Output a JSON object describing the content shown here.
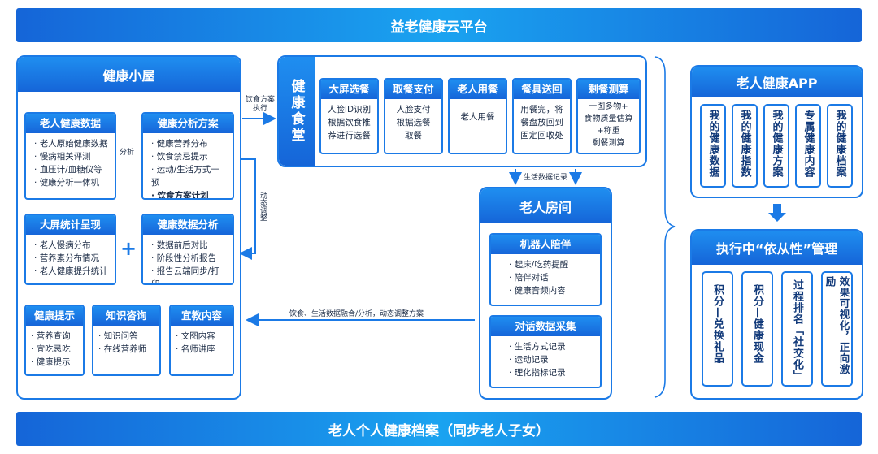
{
  "top_bar": "益老健康云平台",
  "bottom_bar": "老人个人健康档案（同步老人子女）",
  "health_hut": {
    "title": "健康小屋",
    "elder_data": {
      "title": "老人健康数据",
      "items": [
        "老人原始健康数据",
        "慢病相关评测",
        "血压计/血糖仪等",
        "健康分析一体机"
      ]
    },
    "analysis_plan": {
      "title": "健康分析方案",
      "items": [
        "健康营养分布",
        "饮食禁忌提示",
        "运动/生活方式干预",
        "饮食方案计划"
      ]
    },
    "big_screen": {
      "title": "大屏统计呈现",
      "items": [
        "老人慢病分布",
        "营养素分布情况",
        "老人健康提升统计"
      ]
    },
    "data_analysis": {
      "title": "健康数据分析",
      "items": [
        "数据前后对比",
        "阶段性分析报告",
        "报告云端同步/打印"
      ]
    },
    "tips": {
      "title": "健康提示",
      "items": [
        "营养查询",
        "宜吃忌吃",
        "健康提示"
      ]
    },
    "knowledge": {
      "title": "知识咨询",
      "items": [
        "知识问答",
        "在线营养师"
      ]
    },
    "content": {
      "title": "宜教内容",
      "items": [
        "文图内容",
        "名师讲座"
      ]
    },
    "label_analysis": "分析",
    "label_dynamic": "动态调整",
    "plus": "+"
  },
  "canteen": {
    "title": "健康食堂",
    "label_plan": "饮食方案执行",
    "cards": [
      {
        "title": "大屏选餐",
        "text": [
          "人脸ID识别",
          "根据饮食推",
          "荐进行选餐"
        ]
      },
      {
        "title": "取餐支付",
        "text": [
          "人脸支付",
          "根据选餐",
          "取餐"
        ]
      },
      {
        "title": "老人用餐",
        "text": [
          "老人用餐"
        ]
      },
      {
        "title": "餐具送回",
        "text": [
          "用餐完，将",
          "餐盘放回到",
          "固定回收处"
        ]
      },
      {
        "title": "剩餐测算",
        "text": [
          "一图多物+",
          "食物质量估算",
          "+称重",
          "剩餐测算"
        ]
      }
    ],
    "label_record": "生活数据记录"
  },
  "room": {
    "title": "老人房间",
    "robot": {
      "title": "机器人陪伴",
      "items": [
        "起床/吃药提醒",
        "陪伴对话",
        "健康音频内容"
      ]
    },
    "dialog": {
      "title": "对话数据采集",
      "items": [
        "生活方式记录",
        "运动记录",
        "理化指标记录"
      ]
    },
    "label_fusion": "饮食、生活数据融合/分析，动态调整方案"
  },
  "app": {
    "title": "老人健康APP",
    "items": [
      "我的健康数据",
      "我的健康指数",
      "我的健康方案",
      "专属健康内容",
      "我的健康档案"
    ]
  },
  "compliance": {
    "title": "执行中“依从性”管理",
    "items": [
      "积分—兑换礼品",
      "积分—健康现金",
      "过程排名「社交化」",
      "效果可视化，正向激励"
    ]
  },
  "colors": {
    "primary": "#1b7ae6",
    "dark": "#1565d8",
    "light": "#1aa3f0"
  }
}
